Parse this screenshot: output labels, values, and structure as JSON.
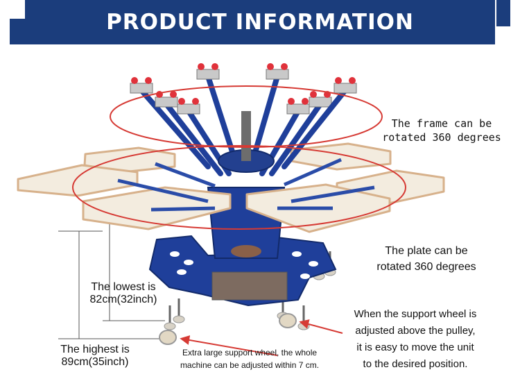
{
  "header": {
    "title": "PRODUCT INFORMATION"
  },
  "illustration": {
    "subject": "rotary screen printing machine",
    "colors": {
      "frame": "#1f3f9a",
      "pallet": "#f3ecdf",
      "pallet_edge": "#d7b18b",
      "clamp": "#e0323b",
      "arrow": "#d63a34"
    }
  },
  "callouts": {
    "frame_rotation": {
      "line1": "The frame can be",
      "line2": "rotated 360 degrees"
    },
    "plate_rotation": {
      "line1": "The plate can be",
      "line2": "rotated 360 degrees"
    },
    "lowest": {
      "line1": "The lowest is",
      "line2": "82cm(32inch)"
    },
    "highest": {
      "line1": "The highest is",
      "line2": "89cm(35inch)"
    },
    "support_wheel_left": {
      "line1": "Extra large support wheel, the whole",
      "line2": "machine can be adjusted within 7 cm."
    },
    "support_wheel_right": {
      "line1": "When the support wheel is",
      "line2": "adjusted above the pulley,",
      "line3": "it is easy to move the unit",
      "line4": "to the desired position."
    }
  }
}
